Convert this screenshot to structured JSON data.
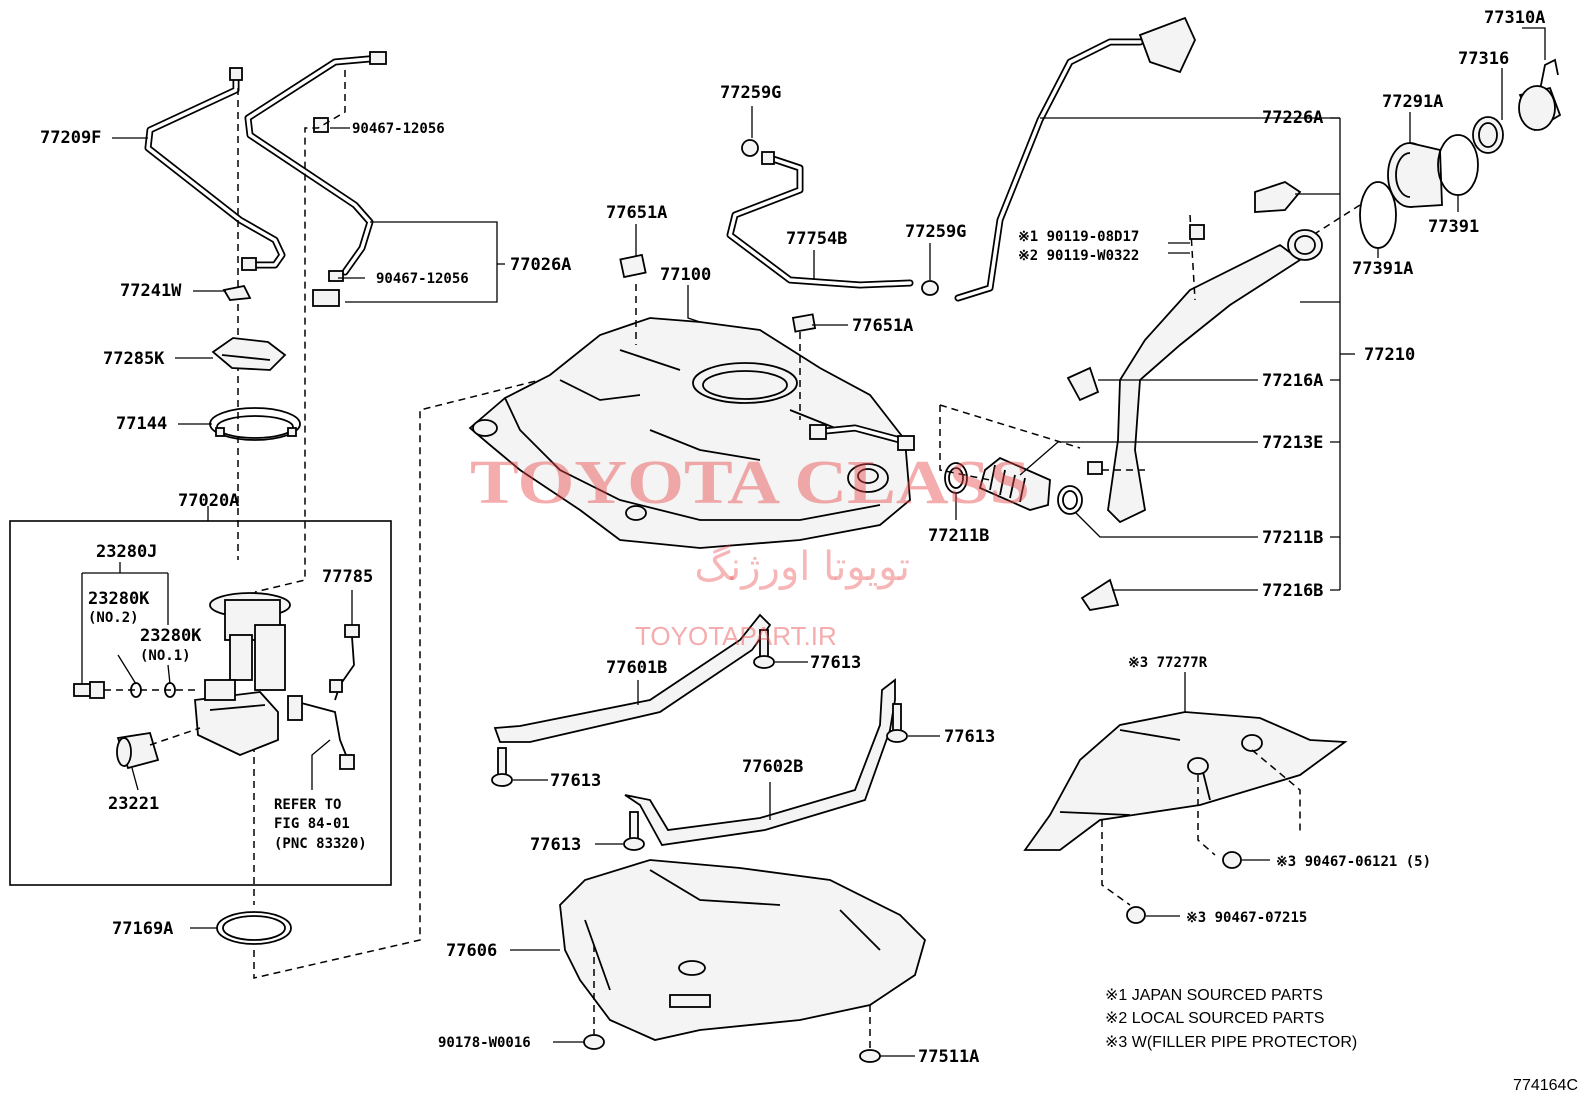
{
  "labels": {
    "p77209F": "77209F",
    "p90467_12056a": "90467-12056",
    "p90467_12056b": "90467-12056",
    "p77026A": "77026A",
    "p77241W": "77241W",
    "p77285K": "77285K",
    "p77144": "77144",
    "p77020A": "77020A",
    "p23280J": "23280J",
    "p23280K_1": "23280K",
    "no2": "(NO.2)",
    "p23280K_2": "23280K",
    "no1": "(NO.1)",
    "p77785": "77785",
    "p23221": "23221",
    "refer1": "REFER TO",
    "refer2": "FIG 84-01",
    "refer3": "(PNC 83320)",
    "p77169A": "77169A",
    "p77259G_top": "77259G",
    "p77651A_left": "77651A",
    "p77100": "77100",
    "p77754B": "77754B",
    "p77259G_mid": "77259G",
    "p77651A_right": "77651A",
    "p77226A": "77226A",
    "p77310A": "77310A",
    "p77316": "77316",
    "p77291A": "77291A",
    "p77391": "77391",
    "p77391A": "77391A",
    "ref1": "※1 90119-08D17",
    "ref2": "※2 90119-W0322",
    "p77210": "77210",
    "p77216A": "77216A",
    "p77213E": "77213E",
    "p77211B_left": "77211B",
    "p77211B_right": "77211B",
    "p77216B": "77216B",
    "p77601B": "77601B",
    "p77613_a": "77613",
    "p77613_b": "77613",
    "p77613_c": "77613",
    "p77613_d": "77613",
    "p77602B": "77602B",
    "p77277R": "※3 77277R",
    "p90467_06121": "※3 90467-06121 (5)",
    "p90467_07215": "※3 90467-07215",
    "p77606": "77606",
    "p90178_W0016": "90178-W0016",
    "p77511A": "77511A"
  },
  "notes": [
    "※1 JAPAN SOURCED PARTS",
    "※2 LOCAL SOURCED PARTS",
    "※3 W(FILLER PIPE PROTECTOR)"
  ],
  "figure_id": "774164C",
  "watermark": {
    "brand": "TOYOTA CLASS",
    "persian": "تویوتا اورژنگ",
    "site": "TOYOTAPART.IR",
    "color": "#e8484a"
  }
}
